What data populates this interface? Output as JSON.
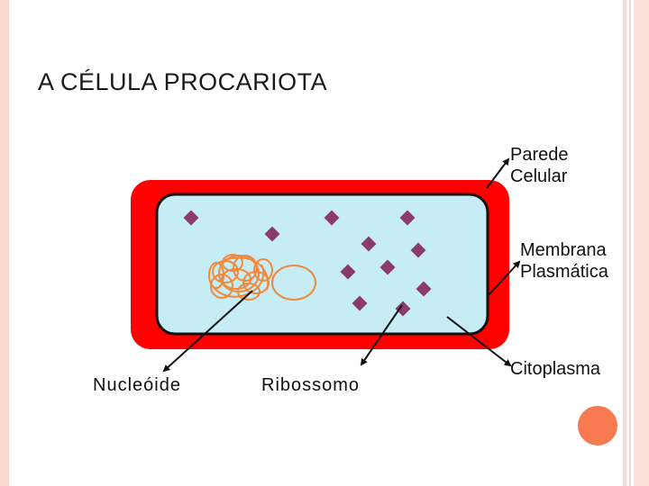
{
  "title": "A CÉLULA PROCARIOTA",
  "labels": {
    "parede_line1": "Parede",
    "parede_line2": "Celular",
    "membrana_line1": "Membrana",
    "membrana_line2": "Plasmática",
    "citoplasma": "Citoplasma",
    "nucleoide": "Nucleóide",
    "ribossomo": "Ribossomo"
  },
  "colors": {
    "cell_wall": "#ff0000",
    "cytoplasm": "#c6ecf5",
    "membrane": "#111111",
    "ribosome": "#8b3a6b",
    "nucleoid": "#f08a3a",
    "arrow": "#111111",
    "frame": "#f9d9cf",
    "accent_circle": "#f77a52"
  }
}
